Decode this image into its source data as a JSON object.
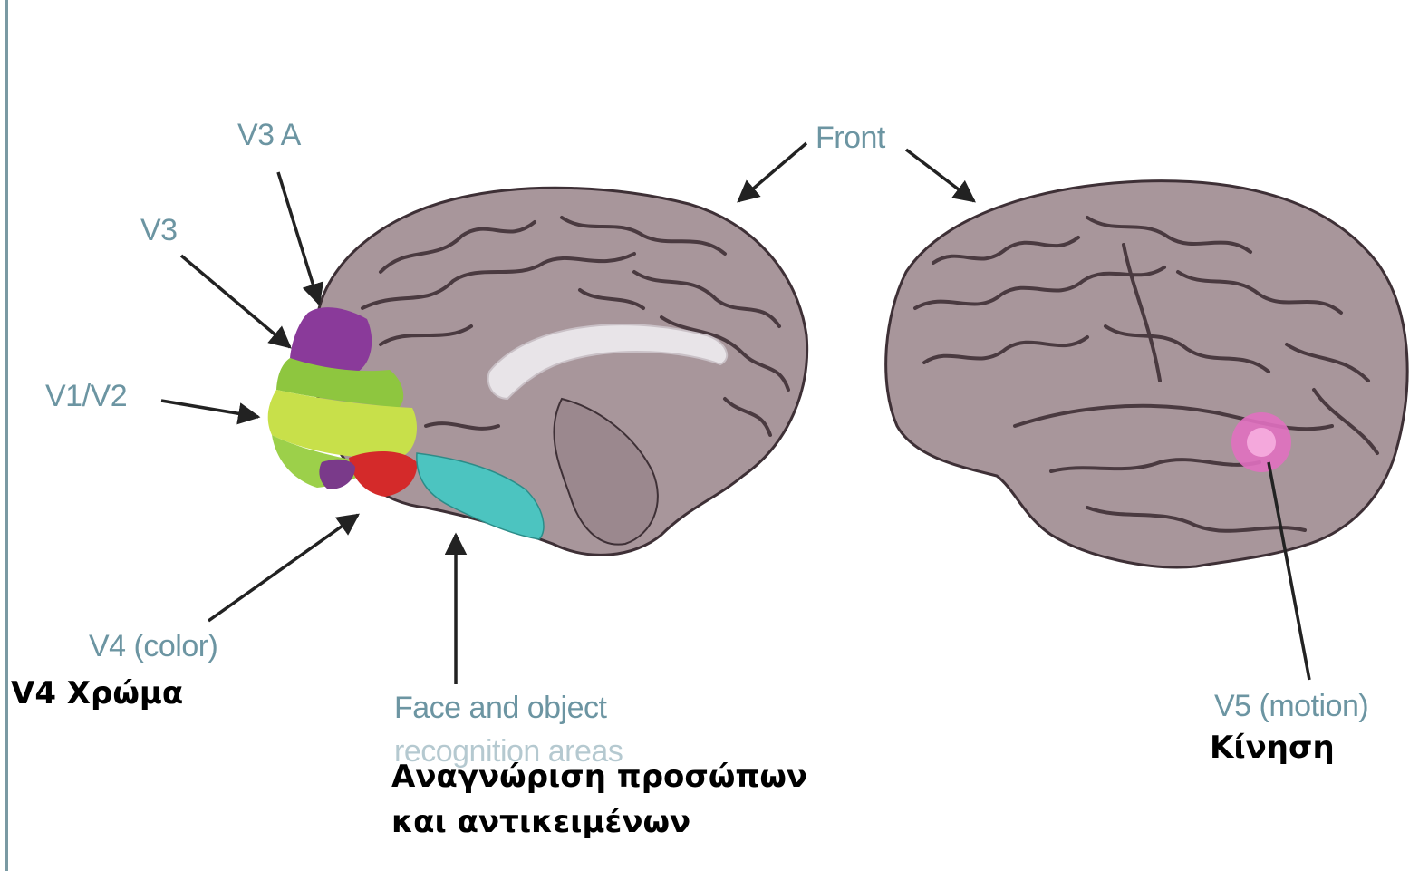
{
  "labels": {
    "v3a": "V3 A",
    "v3": "V3",
    "v1v2": "V1/V2",
    "v4": "V4 (color)",
    "front": "Front",
    "face": "Face and object",
    "face2": "recognition areas",
    "v5": "V5 (motion)"
  },
  "greek": {
    "v4": "V4 Χρώμα",
    "face_line1": "Αναγνώριση προσώπων",
    "face_line2": "και αντικειμένων",
    "motion": "Κίνηση"
  },
  "colors": {
    "brain": "#a8969b",
    "sulci": "#4a3a40",
    "v1v2": "#c8e04a",
    "v3": "#8ec63f",
    "v3a": "#8a3a9a",
    "v4": "#d42a2a",
    "face_area": "#4cc4c0",
    "v5": "#e070c0",
    "label_blue": "#5d8a99"
  }
}
